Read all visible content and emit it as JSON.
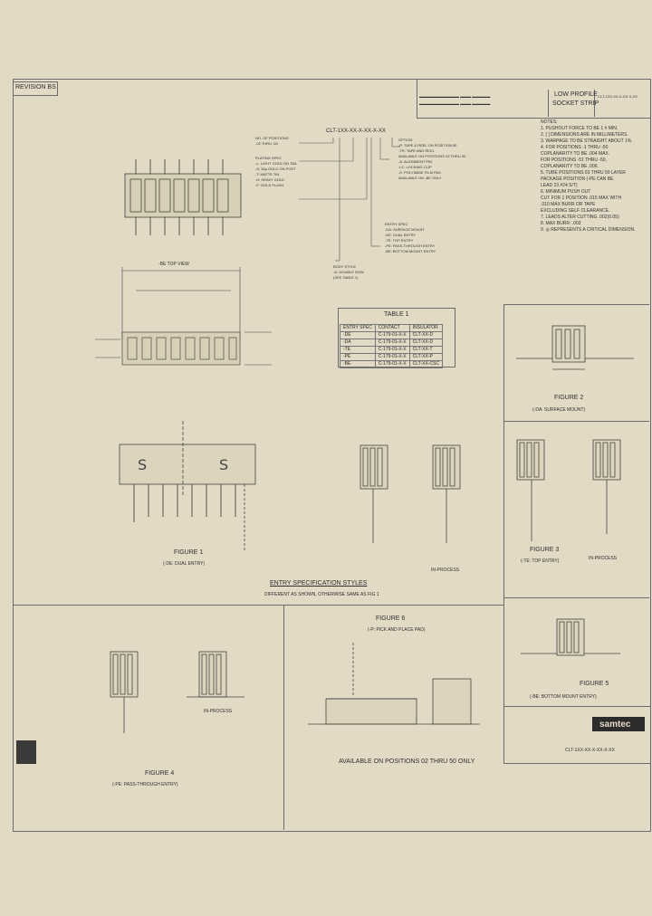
{
  "revision": "REVISION BS",
  "title_block": {
    "title_line1": "LOW PROFILE",
    "title_line2": "SOCKET STRIP",
    "part_number": "CLT-1XX-XX-X-XX-X-XX",
    "company": "samtec"
  },
  "views": {
    "top_view": "-BE TOP VIEW",
    "figure1": "FIGURE 1",
    "figure1_sub": "(-DE: DUAL ENTRY)",
    "figure2": "FIGURE 2",
    "figure2_sub": "(-DA: SURFACE MOUNT)",
    "figure3": "FIGURE 3",
    "figure3_sub": "(-TE: TOP ENTRY)",
    "figure4": "FIGURE 4",
    "figure4_sub": "(-PE: PASS-THROUGH ENTRY)",
    "figure5": "FIGURE 5",
    "figure5_sub": "(-BE: BOTTOM MOUNT ENTRY)",
    "figure6": "FIGURE 6",
    "figure6_sub": "(-P: PICK AND PLACE PAD)",
    "in_process": "IN-PROCESS",
    "entry_styles_title": "ENTRY SPECIFICATION STYLES",
    "entry_styles_sub": "DIFFERENT AS SHOWN, OTHERWISE SAME AS FIG 1",
    "availability": "AVAILABLE ON POSITIONS 02 THRU 50 ONLY"
  },
  "table1": {
    "title": "TABLE 1",
    "headers": [
      "ENTRY SPEC",
      "CONTACT",
      "INSULATOR"
    ],
    "rows": [
      [
        "-DE",
        "C-179-01-X-X",
        "CLT-XX-D"
      ],
      [
        "-DA",
        "C-179-01-X-X",
        "CLT-XX-D"
      ],
      [
        "-TE",
        "C-179-01-X-X",
        "CLT-XX-T"
      ],
      [
        "-PE",
        "C-179-01-X-X",
        "CLT-XX-P"
      ],
      [
        "-BE",
        "C-179-01-X-X",
        "CLT-XX-CSC"
      ]
    ]
  },
  "notes": [
    "NOTES:",
    "1. PUSHOUT FORCE TO BE 1 # MIN.",
    "2. [ ] DIMENSIONS ARE IN MILLIMETERS.",
    "3. WARPAGE TO BE STRAIGHT ABOUT 1%.",
    "4. FOR POSITIONS -1 THRU -50",
    "   COPLANARITY TO BE .004 MAX.",
    "   FOR POSITIONS -51 THRU -50,",
    "   COPLANARITY TO BE .006.",
    "5. TUBE POSITIONS 03 THRU 50 LAYER",
    "   PACKAGE POSITION (-PE CAN BE",
    "   LEAD 23 #24 S/T)",
    "6. MINIMUM PUSH OUT",
    "   CUT FOR 1 POSITION .015 MAX WITH",
    "   .010 MAX BURR OR TAPE",
    "   EXCLUDING SELF CLEARANCE.",
    "7. LEADS ALTER CUTTING .002(0.05)",
    "8. MAX BURR: .003",
    "9. ◎ REPRESENTS A CRITICAL DIMENSION."
  ]
}
